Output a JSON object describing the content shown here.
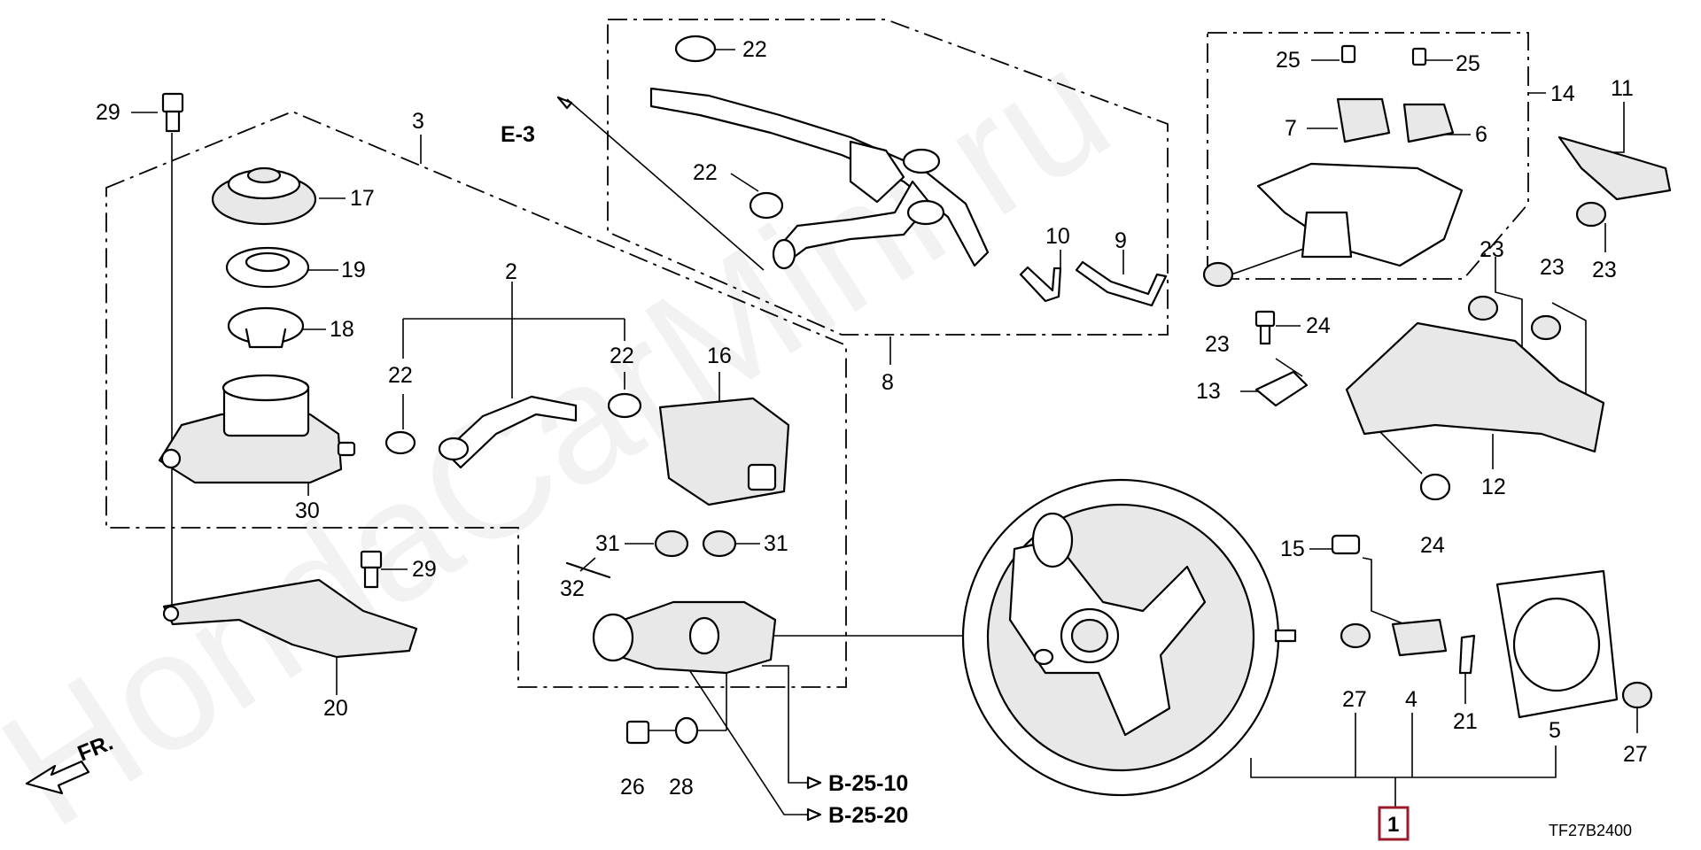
{
  "watermark": "HondaCarMini.ru",
  "diagram_code": "TF27B2400",
  "front_indicator": "FR.",
  "assembly_number": "1",
  "references": {
    "e3": "E-3",
    "b2510": "B-25-10",
    "b2520": "B-25-20"
  },
  "callouts": {
    "c2": "2",
    "c3": "3",
    "c4": "4",
    "c5": "5",
    "c6": "6",
    "c7": "7",
    "c8": "8",
    "c9": "9",
    "c10": "10",
    "c11": "11",
    "c12": "12",
    "c13": "13",
    "c14": "14",
    "c15": "15",
    "c16": "16",
    "c17": "17",
    "c18": "18",
    "c19": "19",
    "c20": "20",
    "c21": "21",
    "c22a": "22",
    "c22b": "22",
    "c22c": "22",
    "c22d": "22",
    "c23a": "23",
    "c23b": "23",
    "c23c": "23",
    "c23d": "23",
    "c24a": "24",
    "c24b": "24",
    "c25a": "25",
    "c25b": "25",
    "c26": "26",
    "c27a": "27",
    "c27b": "27",
    "c28": "28",
    "c29a": "29",
    "c29b": "29",
    "c30": "30",
    "c31a": "31",
    "c31b": "31",
    "c32": "32"
  }
}
